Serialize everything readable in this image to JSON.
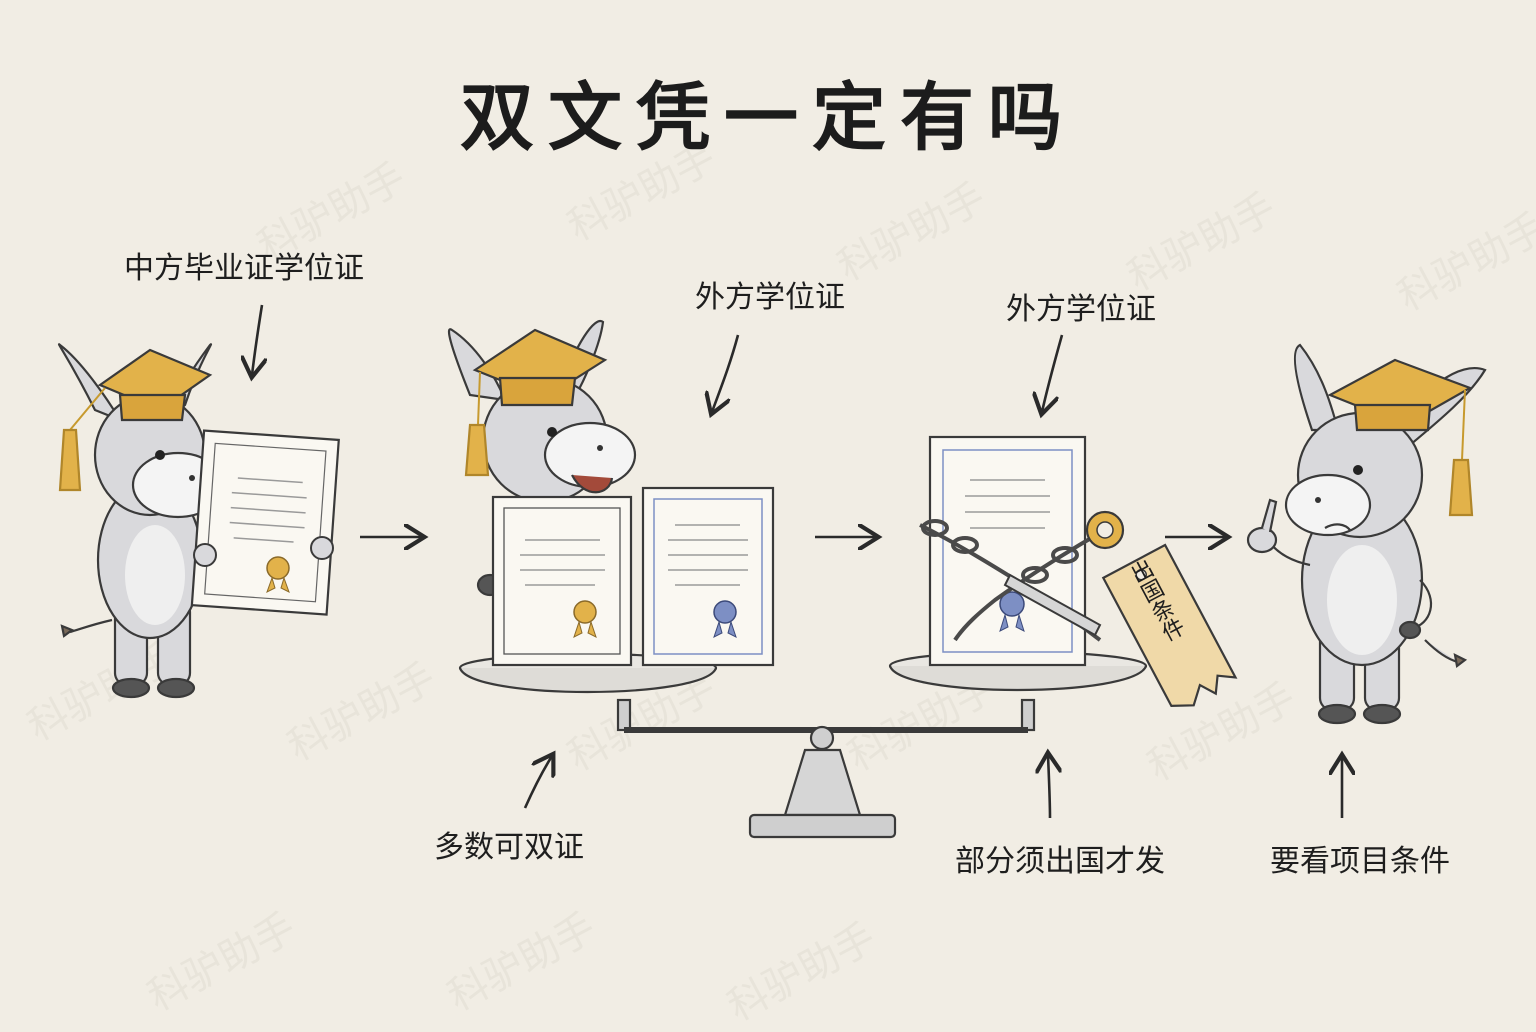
{
  "title": "双文凭一定有吗",
  "labels": {
    "china_cert": "中方毕业证学位证",
    "foreign_degree_1": "外方学位证",
    "foreign_degree_2": "外方学位证",
    "most_dual": "多数可双证",
    "abroad_required": "部分须出国才发",
    "check_conditions": "要看项目条件",
    "tag_text": "出国条件"
  },
  "watermark": "科驴助手",
  "colors": {
    "background": "#f1ede4",
    "ink": "#2a2a2a",
    "gold": "#e2b24a",
    "blue_seal": "#7d8fc4",
    "donkey": "#d9d9dc"
  }
}
